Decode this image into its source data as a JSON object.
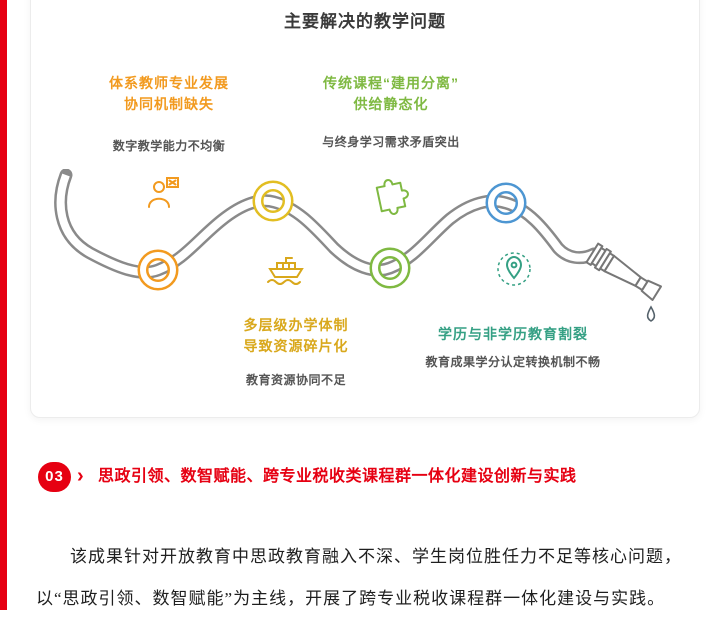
{
  "infographic": {
    "title": "主要解决的教学问题",
    "problems": {
      "teacher": {
        "heading": "体系教师专业发展\n协同机制缺失",
        "sub": "数字教学能力不均衡"
      },
      "course": {
        "heading": "传统课程“建用分离”\n供给静态化",
        "sub": "与终身学习需求矛盾突出"
      },
      "system": {
        "heading": "多层级办学体制\n导致资源碎片化",
        "sub": "教育资源协同不足"
      },
      "degree": {
        "heading": "学历与非学历教育割裂",
        "sub": "教育成果学分认定转换机制不畅"
      }
    },
    "colors": {
      "orange": "#F29A1F",
      "green": "#7FB942",
      "gold": "#D9A81C",
      "knot_gold": "#E2BE22",
      "teal": "#35A084",
      "blue": "#4D96D2",
      "rope": "#8A8A8A",
      "red": "#E60012"
    }
  },
  "section": {
    "badge": "03",
    "chevron": "›",
    "title": "思政引领、数智赋能、跨专业税收类课程群一体化建设创新与实践",
    "paragraph": "该成果针对开放教育中思政教育融入不深、学生岗位胜任力不足等核心问题，以“思政引领、数智赋能”为主线，开展了跨专业税收课程群一体化建设与实践。"
  }
}
